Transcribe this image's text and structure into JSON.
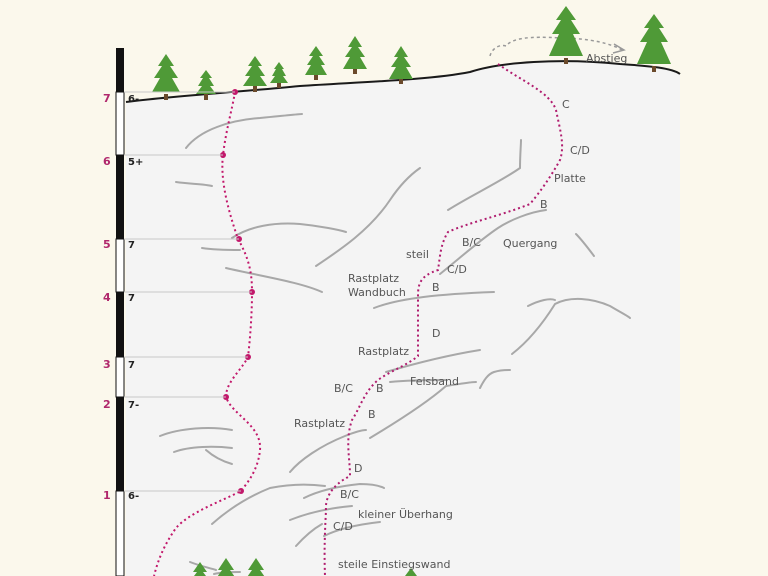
{
  "colors": {
    "background": "#fbf8ec",
    "rock": "#f4f4f4",
    "route_left": "#c2186b",
    "route_right": "#b01c6e",
    "rock_lines": "#a8a8a8",
    "tree": "#4f9a37",
    "pitch_number": "#b0276c"
  },
  "scale_bar": {
    "pitches": [
      {
        "number": "7",
        "grade": "6-"
      },
      {
        "number": "6",
        "grade": "5+"
      },
      {
        "number": "5",
        "grade": "7"
      },
      {
        "number": "4",
        "grade": "7"
      },
      {
        "number": "3",
        "grade": "7"
      },
      {
        "number": "2",
        "grade": "7-"
      },
      {
        "number": "1",
        "grade": "6-"
      }
    ]
  },
  "labels": {
    "descent": "Abstieg",
    "c_top": "C",
    "cd_top": "C/D",
    "slab": "Platte",
    "b_after_slab": "B",
    "bc_traverse": "B/C",
    "traverse": "Quergang",
    "steep": "steil",
    "cd_mid": "C/D",
    "rest_book": "Rastplatz",
    "book": "Wandbuch",
    "b_book": "B",
    "d_mid": "D",
    "rest_mid": "Rastplatz",
    "bc_ledge": "B/C",
    "b_ledge": "B",
    "ledge": "Felsband",
    "b_lower": "B",
    "rest_lower": "Rastplatz",
    "d_lower": "D",
    "bc_lower": "B/C",
    "overhang": "kleiner Überhang",
    "cd_lower": "C/D",
    "start_wall": "steile Einstiegswand"
  }
}
